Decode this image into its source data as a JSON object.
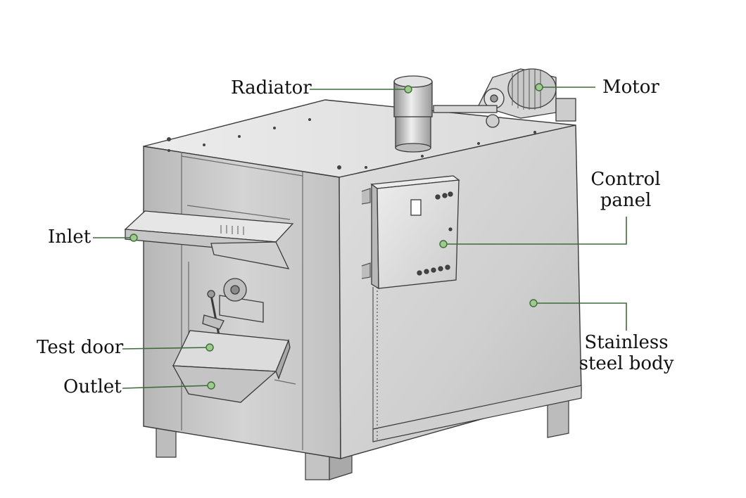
{
  "labels": {
    "radiator": "Radiator",
    "motor": "Motor",
    "control_panel_line1": "Control",
    "control_panel_line2": "panel",
    "inlet": "Inlet",
    "test_door": "Test door",
    "outlet": "Outlet",
    "body_line1": "Stainless",
    "body_line2": "steel body"
  },
  "colors": {
    "leader": "#3f6b3a",
    "dot_fill": "#9ccc8a",
    "steel_light": "#e6e6e6",
    "steel_mid": "#c9c9c9",
    "steel_dark": "#9c9c9c",
    "outline": "#3a3a3a"
  }
}
